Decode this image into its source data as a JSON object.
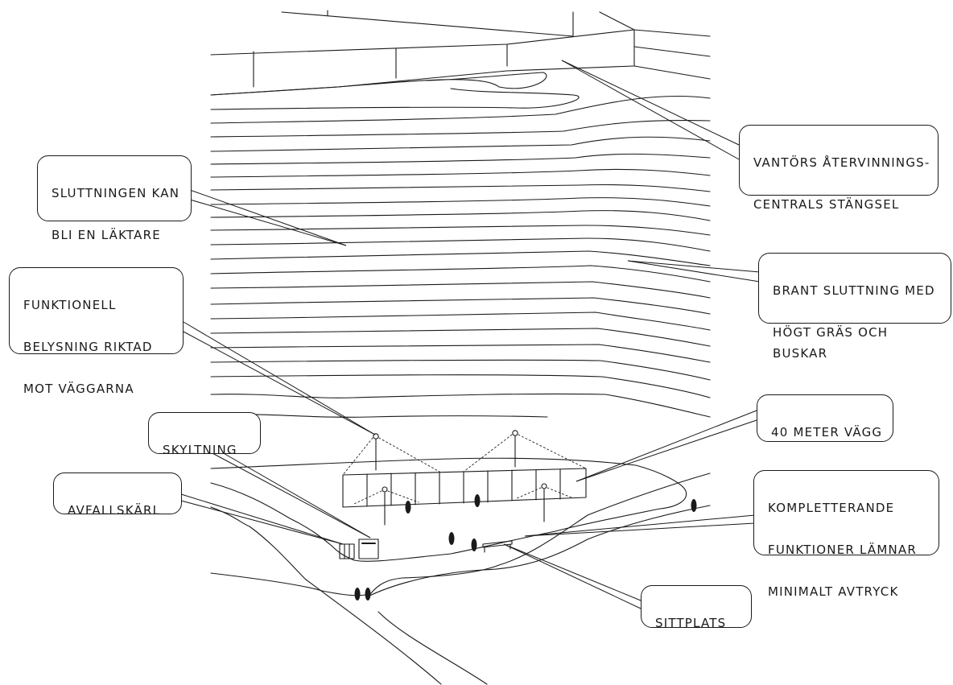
{
  "callouts": {
    "fence": [
      "VANTÖRS ÅTERVINNINGS-",
      "CENTRALS STÄNGSEL"
    ],
    "tribune": [
      "SLUTTNINGEN KAN",
      "BLI EN LÄKTARE"
    ],
    "steep_slope": [
      "BRANT SLUTTNING MED",
      "HÖGT GRÄS OCH BUSKAR"
    ],
    "lighting": [
      "FUNKTIONELL",
      "BELYSNING RIKTAD",
      "MOT VÄGGARNA"
    ],
    "wall": [
      "40 METER VÄGG"
    ],
    "signage": [
      "SKYLTNING"
    ],
    "waste": [
      "AVFALLSKÄRL"
    ],
    "functions": [
      "KOMPLETTERANDE",
      "FUNKTIONER LÄMNAR",
      "MINIMALT AVTRYCK"
    ],
    "seating": [
      "SITTPLATS"
    ]
  },
  "colors": {
    "ink": "#1a1a1a",
    "background": "#ffffff"
  }
}
